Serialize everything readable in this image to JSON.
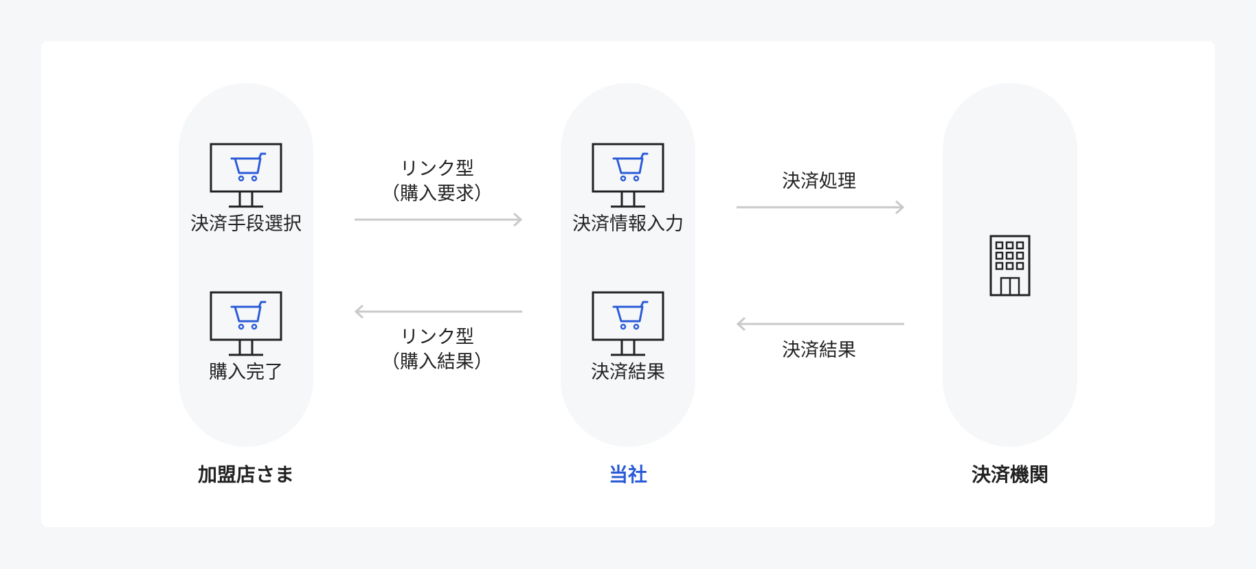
{
  "colors": {
    "page_background": "#f6f7f9",
    "card_background": "#ffffff",
    "pill_background": "#f6f7f9",
    "accent": "#2a5bd7",
    "icon_stroke": "#222222",
    "arrow": "#c9c9c9",
    "text": "#222222"
  },
  "columns": [
    {
      "label": "加盟店さま",
      "highlight": false
    },
    {
      "label": "当社",
      "highlight": true
    },
    {
      "label": "決済機関",
      "highlight": false
    }
  ],
  "nodes": {
    "merchant_top": {
      "icon": "monitor-cart-icon",
      "label": "決済手段選択"
    },
    "merchant_bottom": {
      "icon": "monitor-cart-icon",
      "label": "購入完了"
    },
    "company_top": {
      "icon": "monitor-cart-icon",
      "label": "決済情報入力"
    },
    "company_bottom": {
      "icon": "monitor-cart-icon",
      "label": "決済結果"
    },
    "institution": {
      "icon": "building-icon"
    }
  },
  "arrows": {
    "merchant_to_company": {
      "direction": "right",
      "line1": "リンク型",
      "line2": "（購入要求）"
    },
    "company_to_merchant": {
      "direction": "left",
      "line1": "リンク型",
      "line2": "（購入結果）"
    },
    "company_to_institution": {
      "direction": "right",
      "line1": "決済処理"
    },
    "institution_to_company": {
      "direction": "left",
      "line1": "決済結果"
    }
  }
}
